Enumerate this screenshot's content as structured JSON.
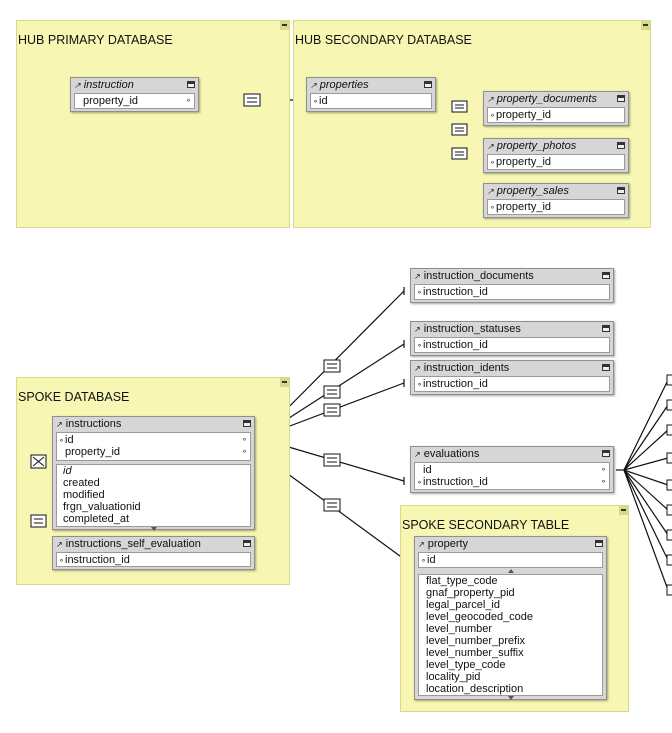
{
  "groups": {
    "hub_primary": {
      "title": "HUB PRIMARY DATABASE"
    },
    "hub_secondary": {
      "title": "HUB SECONDARY DATABASE"
    },
    "spoke": {
      "title": "SPOKE DATABASE"
    },
    "spoke_secondary": {
      "title": "SPOKE SECONDARY TABLE"
    }
  },
  "tables": {
    "instruction": {
      "name": "instruction",
      "fields": [
        "property_id"
      ]
    },
    "properties": {
      "name": "properties",
      "fields": [
        "id"
      ]
    },
    "property_documents": {
      "name": "property_documents",
      "fields": [
        "property_id"
      ]
    },
    "property_photos": {
      "name": "property_photos",
      "fields": [
        "property_id"
      ]
    },
    "property_sales": {
      "name": "property_sales",
      "fields": [
        "property_id"
      ]
    },
    "instruction_documents": {
      "name": "instruction_documents",
      "fields": [
        "instruction_id"
      ]
    },
    "instruction_statuses": {
      "name": "instruction_statuses",
      "fields": [
        "instruction_id"
      ]
    },
    "instruction_idents": {
      "name": "instruction_idents",
      "fields": [
        "instruction_id"
      ]
    },
    "instructions": {
      "name": "instructions",
      "keys": [
        "id",
        "property_id"
      ],
      "fields": [
        "id",
        "created",
        "modified",
        "frgn_valuationid",
        "completed_at"
      ]
    },
    "instructions_self_evaluation": {
      "name": "instructions_self_evaluation",
      "fields": [
        "instruction_id"
      ]
    },
    "evaluations": {
      "name": "evaluations",
      "fields": [
        "id",
        "instruction_id"
      ]
    },
    "property": {
      "name": "property",
      "keys": [
        "id"
      ],
      "fields": [
        "flat_type_code",
        "gnaf_property_pid",
        "legal_parcel_id",
        "level_geocoded_code",
        "level_number",
        "level_number_prefix",
        "level_number_suffix",
        "level_type_code",
        "locality_pid",
        "location_description"
      ]
    }
  },
  "colors": {
    "group_fill": "#f7f7b3",
    "table_header": "#d6d6d6",
    "line": "#111111"
  },
  "icons": [
    "arrow-icon",
    "minimize-icon",
    "equals-operator-icon",
    "cross-operator-icon",
    "scroll-up-icon",
    "scroll-down-icon"
  ]
}
